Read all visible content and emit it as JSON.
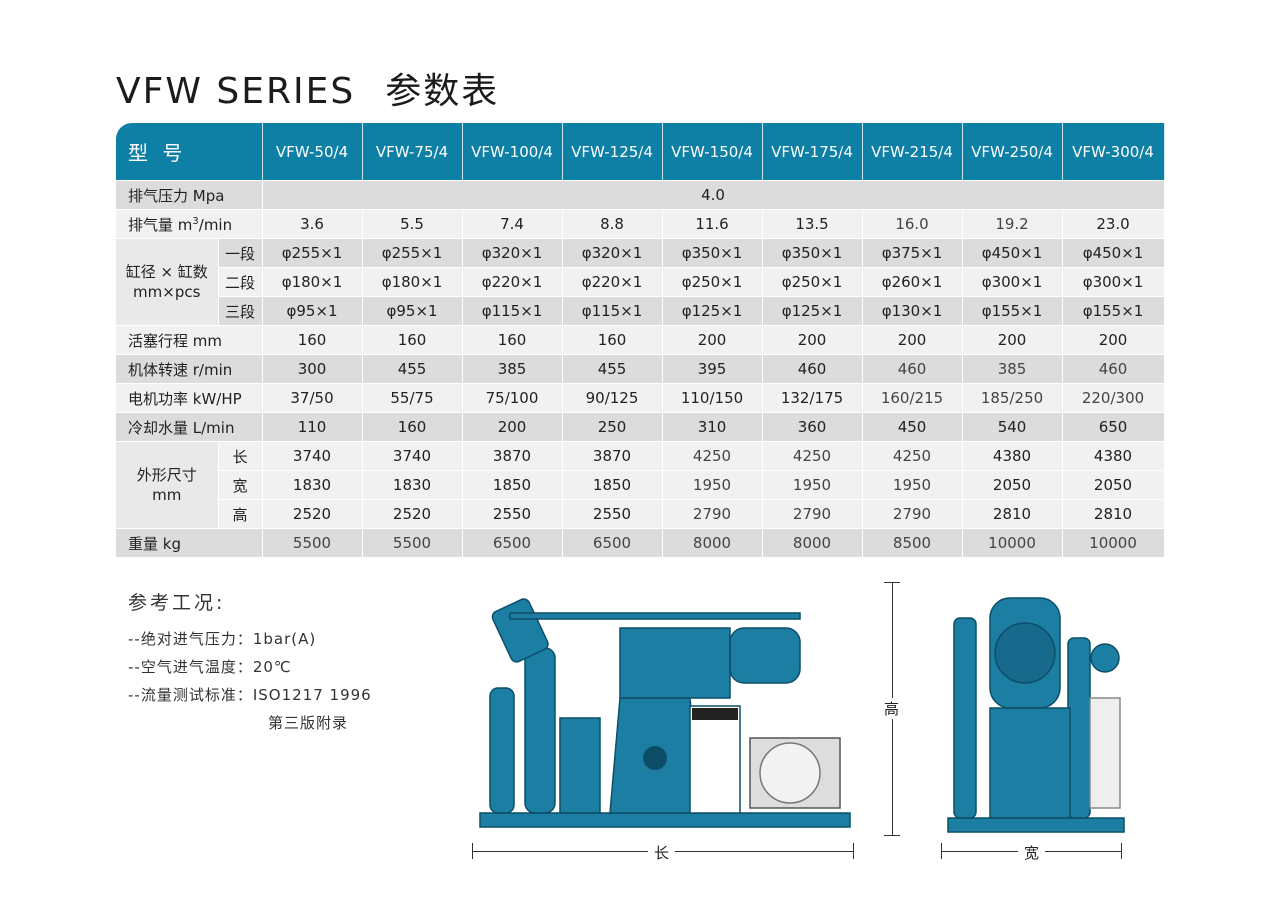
{
  "title": {
    "series": "VFW SERIES",
    "cn": "参数表"
  },
  "table": {
    "model_header": "型 号",
    "models": [
      "VFW-50/4",
      "VFW-75/4",
      "VFW-100/4",
      "VFW-125/4",
      "VFW-150/4",
      "VFW-175/4",
      "VFW-215/4",
      "VFW-250/4",
      "VFW-300/4"
    ],
    "pressure": {
      "label": "排气压力 Mpa",
      "value": "4.0"
    },
    "flow": {
      "label_pre": "排气量 m",
      "label_sup": "3",
      "label_post": "/min",
      "values": [
        "3.6",
        "5.5",
        "7.4",
        "8.8",
        "11.6",
        "13.5",
        "16.0",
        "19.2",
        "23.0"
      ]
    },
    "bore": {
      "label_line1": "缸径 × 缸数",
      "label_line2": "mm×pcs",
      "stages": [
        {
          "label": "一段",
          "values": [
            "φ255×1",
            "φ255×1",
            "φ320×1",
            "φ320×1",
            "φ350×1",
            "φ350×1",
            "φ375×1",
            "φ450×1",
            "φ450×1"
          ]
        },
        {
          "label": "二段",
          "values": [
            "φ180×1",
            "φ180×1",
            "φ220×1",
            "φ220×1",
            "φ250×1",
            "φ250×1",
            "φ260×1",
            "φ300×1",
            "φ300×1"
          ]
        },
        {
          "label": "三段",
          "values": [
            "φ95×1",
            "φ95×1",
            "φ115×1",
            "φ115×1",
            "φ125×1",
            "φ125×1",
            "φ130×1",
            "φ155×1",
            "φ155×1"
          ]
        }
      ]
    },
    "rows_mid": [
      {
        "label": "活塞行程 mm",
        "values": [
          "160",
          "160",
          "160",
          "160",
          "200",
          "200",
          "200",
          "200",
          "200"
        ]
      },
      {
        "label": "机体转速 r/min",
        "values": [
          "300",
          "455",
          "385",
          "455",
          "395",
          "460",
          "460",
          "385",
          "460"
        ]
      },
      {
        "label": "电机功率 kW/HP",
        "values": [
          "37/50",
          "55/75",
          "75/100",
          "90/125",
          "110/150",
          "132/175",
          "160/215",
          "185/250",
          "220/300"
        ]
      },
      {
        "label": "冷却水量 L/min",
        "values": [
          "110",
          "160",
          "200",
          "250",
          "310",
          "360",
          "450",
          "540",
          "650"
        ]
      }
    ],
    "dims": {
      "label_line1": "外形尺寸",
      "label_line2": "mm",
      "rows": [
        {
          "label": "长",
          "values": [
            "3740",
            "3740",
            "3870",
            "3870",
            "4250",
            "4250",
            "4250",
            "4380",
            "4380"
          ]
        },
        {
          "label": "宽",
          "values": [
            "1830",
            "1830",
            "1850",
            "1850",
            "1950",
            "1950",
            "1950",
            "2050",
            "2050"
          ]
        },
        {
          "label": "高",
          "values": [
            "2520",
            "2520",
            "2550",
            "2550",
            "2790",
            "2790",
            "2790",
            "2810",
            "2810"
          ]
        }
      ]
    },
    "weight": {
      "label": "重量 kg",
      "values": [
        "5500",
        "5500",
        "6500",
        "6500",
        "8000",
        "8000",
        "8500",
        "10000",
        "10000"
      ]
    }
  },
  "reference": {
    "title": "参考工况:",
    "lines": [
      {
        "key": "--绝对进气压力：",
        "value": "1bar(A)"
      },
      {
        "key": "--空气进气温度：",
        "value": "20℃"
      },
      {
        "key": "--流量测试标准：",
        "value": "ISO1217 1996"
      }
    ],
    "extra": "第三版附录"
  },
  "dimension_labels": {
    "length": "长",
    "width": "宽",
    "height": "高"
  },
  "colors": {
    "header": "#0e7fa5",
    "row_dark": "#dcdcdc",
    "row_light": "#f1f1f1",
    "machine": "#1d7ea3"
  }
}
